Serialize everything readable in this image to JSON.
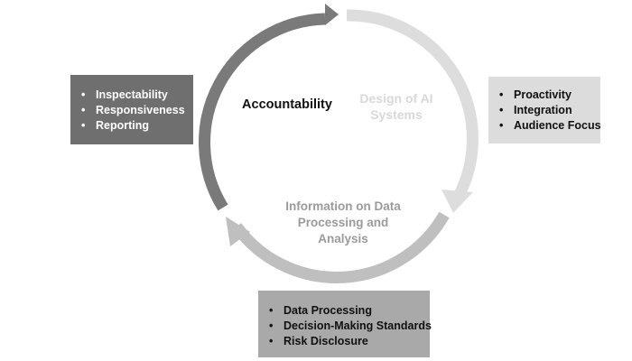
{
  "cycle": {
    "labels": {
      "accountability": "Accountability",
      "design": "Design of AI\nSystems",
      "information": "Information on Data\nProcessing and\nAnalysis"
    },
    "colors": {
      "design_arc": "#dddddd",
      "information_arc": "#bfbfbf",
      "accountability_arc": "#7a7a7a"
    }
  },
  "boxes": {
    "accountability": {
      "color": "#6f6f6f",
      "items": [
        "Inspectability",
        "Responsiveness",
        "Reporting"
      ]
    },
    "design": {
      "color": "#dcdcdc",
      "items": [
        "Proactivity",
        "Integration",
        "Audience Focus"
      ]
    },
    "information": {
      "color": "#a9a9a9",
      "items": [
        "Data Processing",
        "Decision-Making Standards",
        "Risk Disclosure"
      ]
    }
  }
}
